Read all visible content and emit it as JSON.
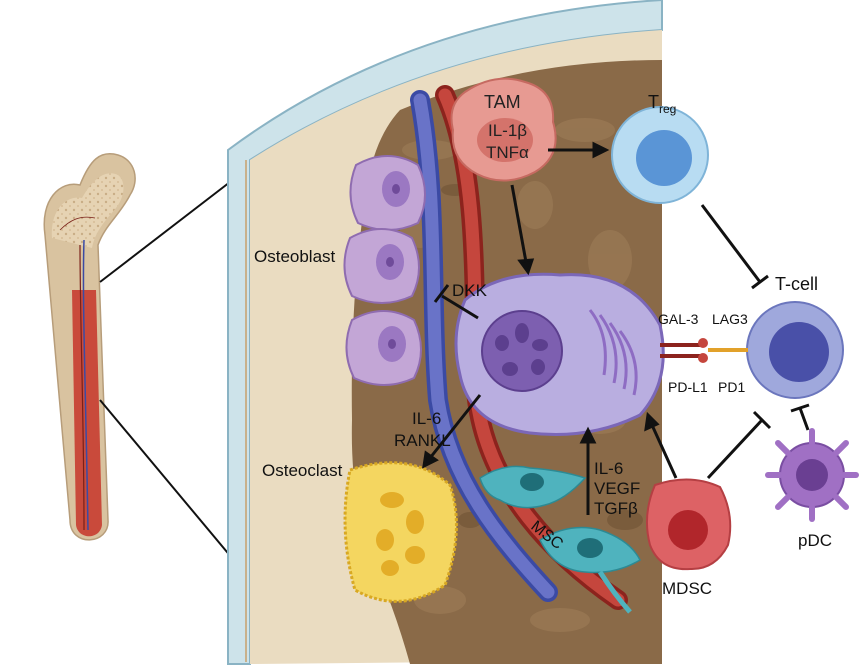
{
  "labels": {
    "tam": "TAM",
    "il1b": "IL-1β",
    "tnfa": "TNFα",
    "treg_main": "T",
    "treg_sub": "reg",
    "osteoblast": "Osteoblast",
    "dkk": "DKK",
    "gal3": "GAL-3",
    "lag3": "LAG3",
    "tcell": "T-cell",
    "pdl1": "PD-L1",
    "pd1": "PD1",
    "il6_left": "IL-6",
    "rankl": "RANKL",
    "osteoclast": "Osteoclast",
    "il6_right": "IL-6",
    "vegf": "VEGF",
    "tgfb": "TGFβ",
    "msc": "MSC",
    "mdsc": "MDSC",
    "pdc": "pDC"
  },
  "colors": {
    "cortical_bone": "#eadcc1",
    "marrow": "#8a6a48",
    "periosteum": "#cde3ea",
    "vein": "#5a63b8",
    "artery": "#b8342e",
    "myeloma_cell": "#b9aee0",
    "tam": "#e79a92",
    "treg": "#b8dcf2",
    "tcell": "#9fa8dc",
    "mdsc": "#dd6265",
    "pdc": "#a070c4",
    "osteoblast": "#c3a6d6",
    "osteoclast": "#f4d660",
    "msc": "#4fb3be"
  }
}
